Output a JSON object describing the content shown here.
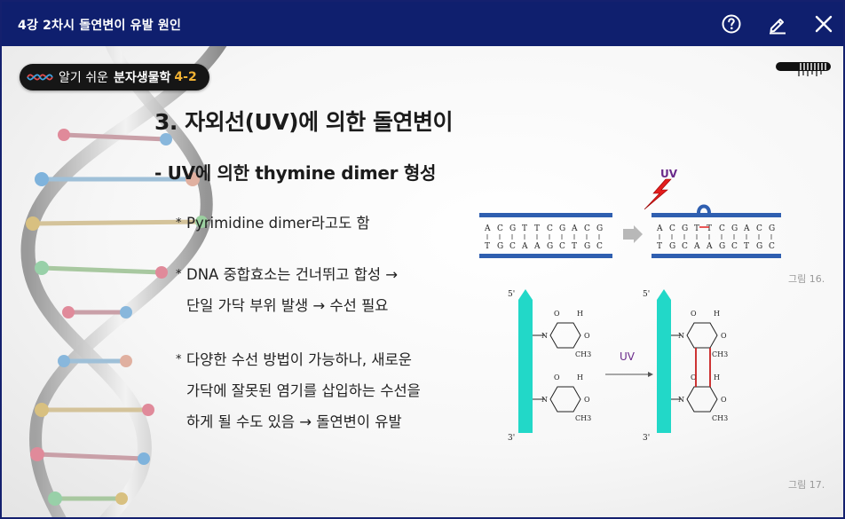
{
  "window": {
    "title": "4강 2차시 돌연변이 유발 원인"
  },
  "toolbar": {
    "help_icon": "question-circle-icon",
    "edit_icon": "pencil-icon",
    "close_icon": "close-x-icon"
  },
  "brand": {
    "prefix": "알기 쉬운",
    "name": "분자생물학",
    "version": "4-2"
  },
  "slide": {
    "heading": "3. 자외선(UV)에 의한 돌연변이",
    "subheading": "- UV에 의한 thymine dimer 형성",
    "bullets": [
      {
        "mark": "*",
        "lines": [
          "Pyrimidine dimer라고도 함"
        ]
      },
      {
        "mark": "*",
        "lines": [
          "DNA 중합효소는 건너뛰고 합성 →",
          "단일 가닥 부위 발생 → 수선 필요"
        ]
      },
      {
        "mark": "*",
        "lines": [
          "다양한 수선 방법이 가능하나, 새로운",
          "가닥에 잘못된 염기를 삽입하는 수선을",
          "하게 될 수도 있음 → 돌연변이 유발"
        ]
      }
    ]
  },
  "figure16": {
    "label": "그림 16.",
    "uv_label": "UV",
    "top_seq": "ACGTTCGACG",
    "bottom_seq": "TGCAAGCTGC",
    "accent_color": "#2f5fb0",
    "bolt_color": "#e31e1e",
    "uv_color": "#6a2a8a"
  },
  "figure17": {
    "label": "그림 17.",
    "uv_label": "UV",
    "five_prime": "5'",
    "three_prime": "3'",
    "atom_o": "O",
    "atom_n": "N",
    "atom_h": "H",
    "methyl": "CH3",
    "backbone_color": "#22d8c8",
    "dimer_color": "#c81e1e"
  }
}
